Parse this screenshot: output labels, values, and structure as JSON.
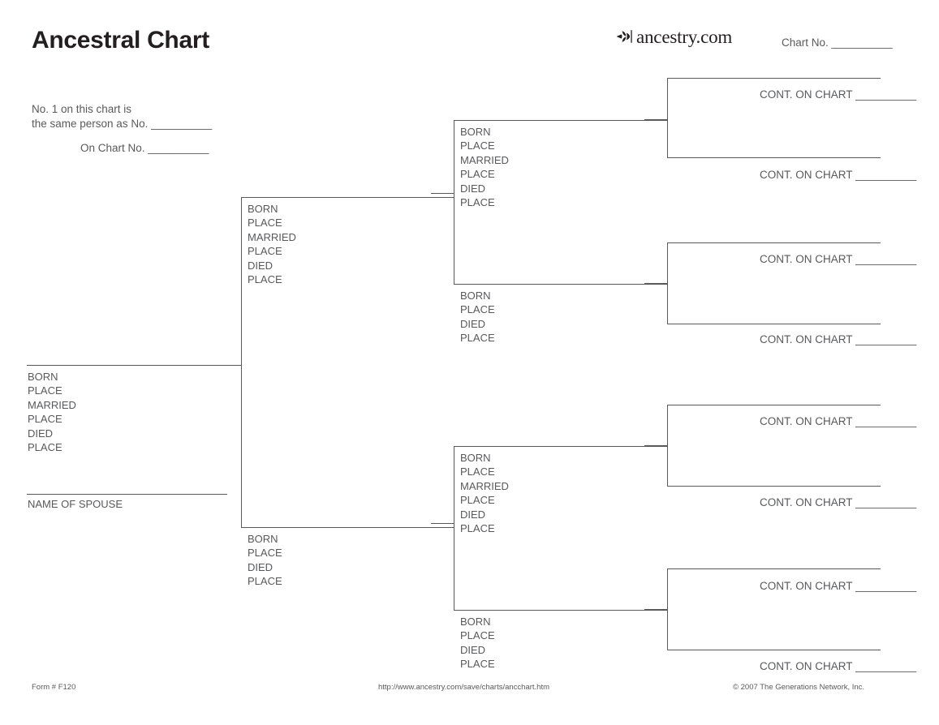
{
  "header": {
    "title": "Ancestral Chart",
    "logo_text": "ancestry.com",
    "logo_icon": "ancestry-leaf-icon",
    "chart_no_label": "Chart No. __________"
  },
  "note": {
    "line1": "No. 1 on this chart is",
    "line2": "the same person as No. __________",
    "line3": "On Chart No. __________"
  },
  "fields": {
    "born": "BORN",
    "place": "PLACE",
    "married": "MARRIED",
    "died": "DIED"
  },
  "person1": {
    "spouse_label": "NAME OF SPOUSE"
  },
  "cont_label": "CONT. ON CHART __________",
  "footer": {
    "form": "Form # F120",
    "url": "http://www.ancestry.com/save/charts/ancchart.htm",
    "copyright": "© 2007 The Generations Network, Inc."
  },
  "chart_data": {
    "type": "diagram",
    "title": "Ancestral Chart",
    "generations": 4,
    "boxes": [
      {
        "id": 1,
        "generation": 1,
        "name_line": true,
        "fields": [
          "BORN",
          "PLACE",
          "MARRIED",
          "PLACE",
          "DIED",
          "PLACE"
        ],
        "extra_line_label": "NAME OF SPOUSE"
      },
      {
        "id": 2,
        "generation": 2,
        "role": "father",
        "name_line": true,
        "fields": [
          "BORN",
          "PLACE",
          "MARRIED",
          "PLACE",
          "DIED",
          "PLACE"
        ]
      },
      {
        "id": 3,
        "generation": 2,
        "role": "mother",
        "name_line": true,
        "fields": [
          "BORN",
          "PLACE",
          "DIED",
          "PLACE"
        ]
      },
      {
        "id": 4,
        "generation": 3,
        "name_line": true,
        "fields": [
          "BORN",
          "PLACE",
          "MARRIED",
          "PLACE",
          "DIED",
          "PLACE"
        ]
      },
      {
        "id": 5,
        "generation": 3,
        "name_line": true,
        "fields": [
          "BORN",
          "PLACE",
          "DIED",
          "PLACE"
        ]
      },
      {
        "id": 6,
        "generation": 3,
        "name_line": true,
        "fields": [
          "BORN",
          "PLACE",
          "MARRIED",
          "PLACE",
          "DIED",
          "PLACE"
        ]
      },
      {
        "id": 7,
        "generation": 3,
        "name_line": true,
        "fields": [
          "BORN",
          "PLACE",
          "DIED",
          "PLACE"
        ]
      },
      {
        "id": 8,
        "generation": 4,
        "name_line": true,
        "cont": "CONT. ON CHART __________"
      },
      {
        "id": 9,
        "generation": 4,
        "name_line": true,
        "cont": "CONT. ON CHART __________"
      },
      {
        "id": 10,
        "generation": 4,
        "name_line": true,
        "cont": "CONT. ON CHART __________"
      },
      {
        "id": 11,
        "generation": 4,
        "name_line": true,
        "cont": "CONT. ON CHART __________"
      },
      {
        "id": 12,
        "generation": 4,
        "name_line": true,
        "cont": "CONT. ON CHART __________"
      },
      {
        "id": 13,
        "generation": 4,
        "name_line": true,
        "cont": "CONT. ON CHART __________"
      },
      {
        "id": 14,
        "generation": 4,
        "name_line": true,
        "cont": "CONT. ON CHART __________"
      },
      {
        "id": 15,
        "generation": 4,
        "name_line": true,
        "cont": "CONT. ON CHART __________"
      }
    ]
  }
}
